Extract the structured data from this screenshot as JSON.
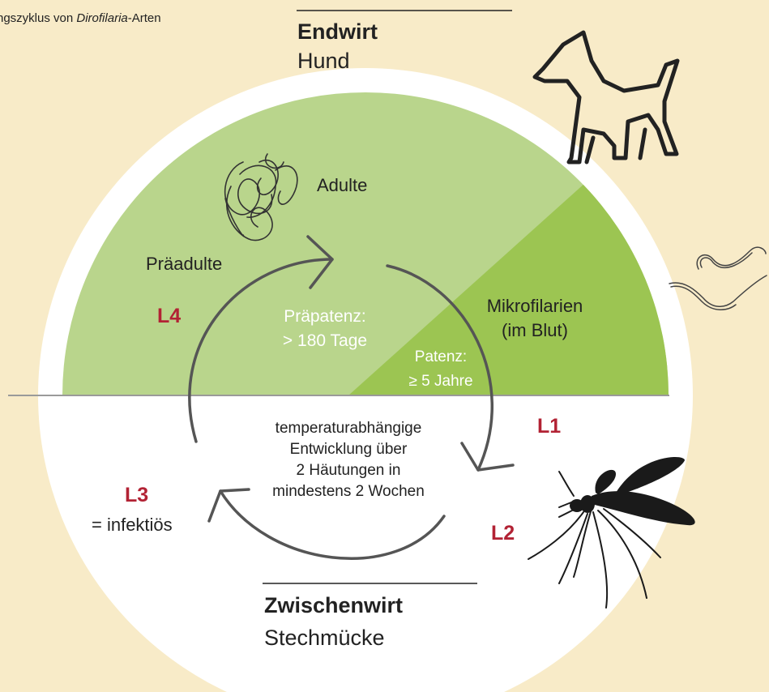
{
  "caption": {
    "prefix": "ngszyklus von ",
    "genus": "Dirofilaria",
    "suffix": "-Arten"
  },
  "definitive_host": {
    "title": "Endwirt",
    "name": "Hund"
  },
  "intermediate_host": {
    "title": "Zwischenwirt",
    "name": "Stechmücke"
  },
  "stages": {
    "adults": "Adulte",
    "preadults": "Präadulte",
    "microfilariae_line1": "Mikrofilarien",
    "microfilariae_line2": "(im Blut)",
    "l1": "L1",
    "l2": "L2",
    "l3": "L3",
    "l3_note": "= infektiös",
    "l4": "L4"
  },
  "periods": {
    "prepatency_label": "Präpatenz:",
    "prepatency_value": "> 180 Tage",
    "patency_label": "Patenz:",
    "patency_value": "≥ 5 Jahre"
  },
  "development": {
    "line1": "temperaturabhängige",
    "line2": "Entwicklung über",
    "line3": "2 Häutungen  in",
    "line4": "mindestens 2 Wochen"
  },
  "colors": {
    "background": "#f8ebc8",
    "host_zone_light": "#b9d58c",
    "host_zone_dark": "#9cc552",
    "vector_zone": "#ffffff",
    "stage_label": "#b22234",
    "cycle_arrow": "#555555"
  },
  "icons": {
    "dog": "dog-silhouette-icon",
    "worm_cluster": "adult-worms-icon",
    "microfilaria": "microfilaria-icon",
    "mosquito": "mosquito-icon"
  }
}
